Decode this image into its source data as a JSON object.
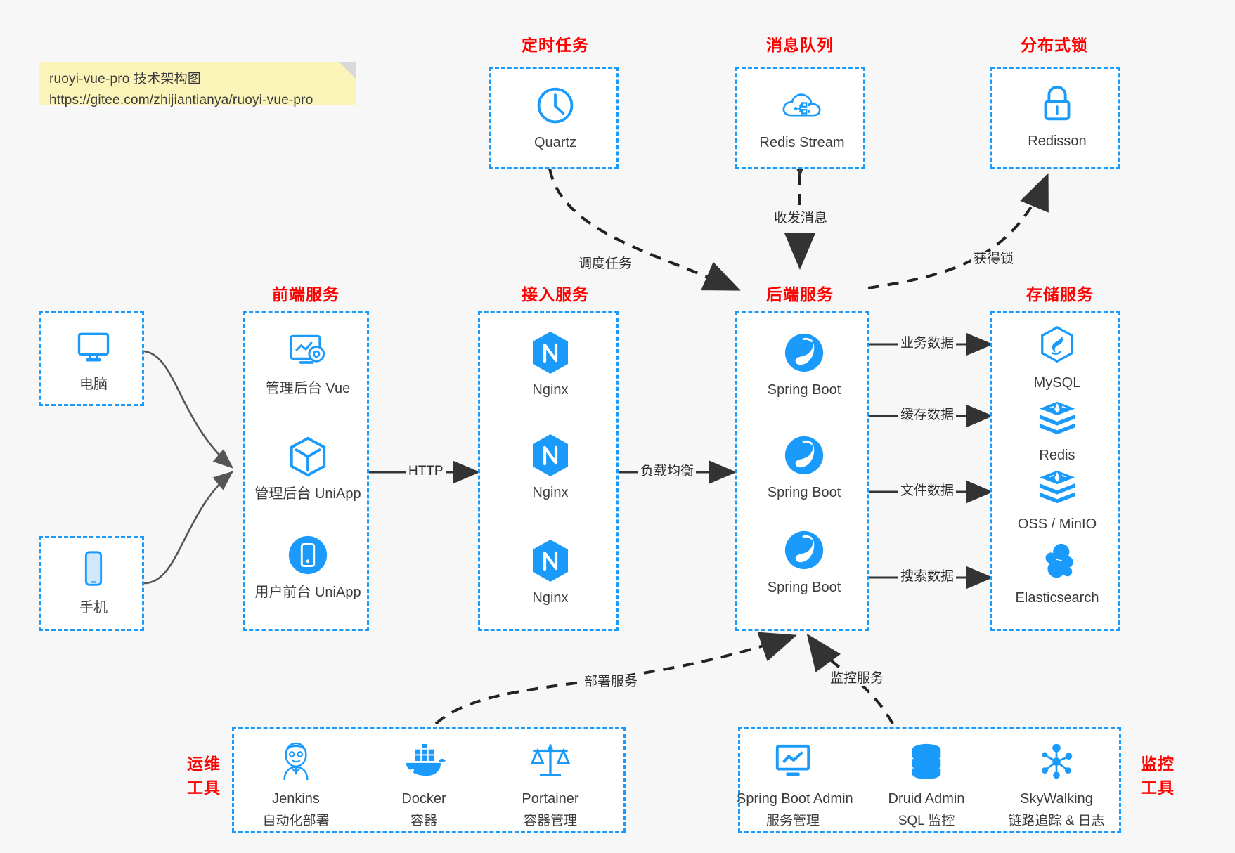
{
  "note": {
    "line1": "ruoyi-vue-pro 技术架构图",
    "line2": "https://gitee.com/zhijiantianya/ruoyi-vue-pro"
  },
  "colors": {
    "accent": "#1a9bfc",
    "title": "#ff0000",
    "note_bg": "#fbf4b8",
    "canvas": "#f7f7f7",
    "edge": "#333333"
  },
  "groups": {
    "scheduled": {
      "title": "定时任务"
    },
    "mq": {
      "title": "消息队列"
    },
    "lock": {
      "title": "分布式锁"
    },
    "frontend": {
      "title": "前端服务"
    },
    "gateway": {
      "title": "接入服务"
    },
    "backend": {
      "title": "后端服务"
    },
    "storage": {
      "title": "存储服务"
    },
    "devops": {
      "title_line1": "运维",
      "title_line2": "工具"
    },
    "monitor": {
      "title_line1": "监控",
      "title_line2": "工具"
    }
  },
  "clients": [
    {
      "label": "电脑",
      "icon": "desktop-icon"
    },
    {
      "label": "手机",
      "icon": "mobile-icon"
    }
  ],
  "scheduled_nodes": [
    {
      "label": "Quartz",
      "icon": "clock-icon"
    }
  ],
  "mq_nodes": [
    {
      "label": "Redis Stream",
      "icon": "cloud-stream-icon"
    }
  ],
  "lock_nodes": [
    {
      "label": "Redisson",
      "icon": "lock-icon"
    }
  ],
  "frontend_nodes": [
    {
      "label": "管理后台 Vue",
      "icon": "dashboard-gear-icon"
    },
    {
      "label": "管理后台 UniApp",
      "icon": "hexagon-cube-icon"
    },
    {
      "label": "用户前台 UniApp",
      "icon": "mobile-round-icon"
    }
  ],
  "gateway_nodes": [
    {
      "label": "Nginx",
      "icon": "nginx-icon"
    },
    {
      "label": "Nginx",
      "icon": "nginx-icon"
    },
    {
      "label": "Nginx",
      "icon": "nginx-icon"
    }
  ],
  "backend_nodes": [
    {
      "label": "Spring Boot",
      "icon": "spring-leaf-icon"
    },
    {
      "label": "Spring Boot",
      "icon": "spring-leaf-icon"
    },
    {
      "label": "Spring Boot",
      "icon": "spring-leaf-icon"
    }
  ],
  "storage_nodes": [
    {
      "label": "MySQL",
      "icon": "mysql-dolphin-icon"
    },
    {
      "label": "Redis",
      "icon": "redis-stack-icon"
    },
    {
      "label": "OSS / MinIO",
      "icon": "redis-stack-icon"
    },
    {
      "label": "Elasticsearch",
      "icon": "elasticsearch-icon"
    }
  ],
  "devops_nodes": [
    {
      "label": "Jenkins",
      "sub": "自动化部署",
      "icon": "jenkins-butler-icon"
    },
    {
      "label": "Docker",
      "sub": "容器",
      "icon": "docker-whale-icon"
    },
    {
      "label": "Portainer",
      "sub": "容器管理",
      "icon": "portainer-scale-icon"
    }
  ],
  "monitor_nodes": [
    {
      "label": "Spring Boot Admin",
      "sub": "服务管理",
      "icon": "monitor-chart-icon"
    },
    {
      "label": "Druid Admin",
      "sub": "SQL 监控",
      "icon": "database-icon"
    },
    {
      "label": "SkyWalking",
      "sub": "链路追踪 & 日志",
      "icon": "skywalking-icon"
    }
  ],
  "edges": {
    "http": "HTTP",
    "load_balance": "负载均衡",
    "schedule_task": "调度任务",
    "send_receive_message": "收发消息",
    "acquire_lock": "获得锁",
    "business_data": "业务数据",
    "cache_data": "缓存数据",
    "file_data": "文件数据",
    "search_data": "搜索数据",
    "deploy_service": "部署服务",
    "monitor_service": "监控服务"
  }
}
